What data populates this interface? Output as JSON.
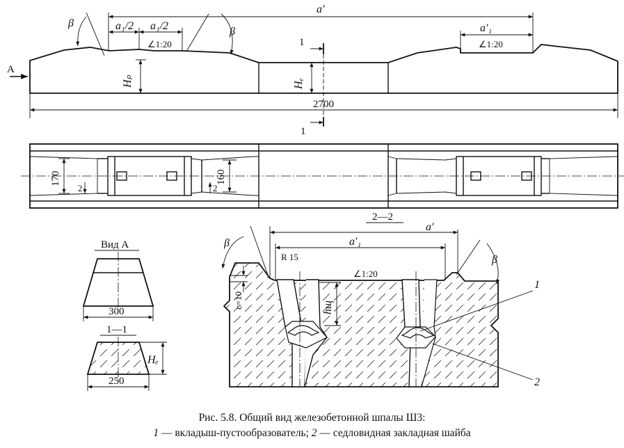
{
  "labels": {
    "a_prime": "a′",
    "a1_half": "a₁/2",
    "a1_prime": "a′₁",
    "beta": "β",
    "slope": "∠1:20",
    "H_p": "Hₚ",
    "H_c": "Hₑ",
    "dim_2700": "2700",
    "section_1": "1",
    "arrow_A": "A",
    "dim_170": "170",
    "dim_160": "160",
    "dim_2": "2",
    "view_A": "Вид А",
    "dim_300": "300",
    "section_1_1": "1—1",
    "dim_250": "250",
    "section_2_2": "2—2",
    "R15": "R 15",
    "c_10": "c=10",
    "h_sh": "hщ",
    "callout_1": "1",
    "callout_2": "2"
  },
  "caption": {
    "line1": "Рис. 5.8. Общий вид железобетонной шпалы Ш3:",
    "line2_num1": "1",
    "line2_text1": " — вкладыш-пустообразователь; ",
    "line2_num2": "2",
    "line2_text2": " — седловидная закладная шайба"
  }
}
